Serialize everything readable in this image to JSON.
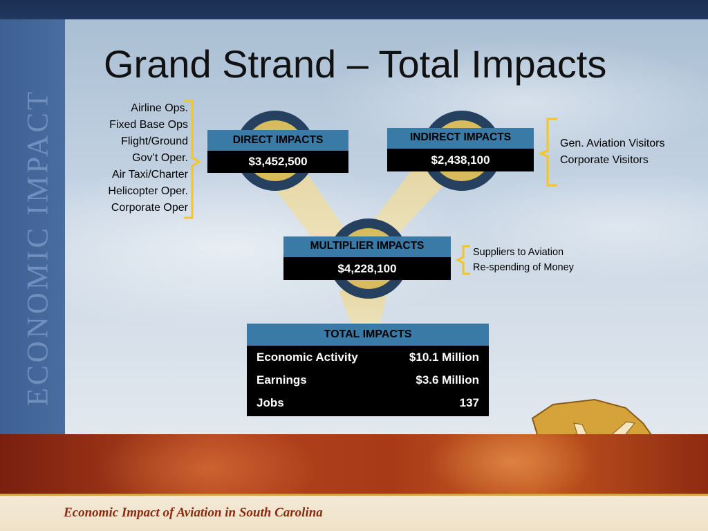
{
  "sidebar": {
    "text": "ECONOMIC IMPACT"
  },
  "title": "Grand Strand – Total Impacts",
  "left_list": [
    "Airline Ops.",
    "Fixed Base Ops",
    "Flight/Ground",
    "Gov’t Oper.",
    "Air Taxi/Charter",
    "Helicopter Oper.",
    "Corporate Oper"
  ],
  "right_list": [
    "Gen. Aviation Visitors",
    "Corporate Visitors"
  ],
  "multiplier_list": [
    "Suppliers to Aviation",
    "Re-spending of Money"
  ],
  "direct": {
    "label": "DIRECT IMPACTS",
    "value": "$3,452,500"
  },
  "indirect": {
    "label": "INDIRECT IMPACTS",
    "value": "$2,438,100"
  },
  "multiplier": {
    "label": "MULTIPLIER IMPACTS",
    "value": "$4,228,100"
  },
  "total": {
    "label": "TOTAL IMPACTS",
    "rows": [
      {
        "label": "Economic Activity",
        "value": "$10.1 Million"
      },
      {
        "label": "Earnings",
        "value": "$3.6 Million"
      },
      {
        "label": "Jobs",
        "value": "137"
      }
    ]
  },
  "footer": "Economic Impact of Aviation in South Carolina",
  "colors": {
    "header_blue": "#3a7aa7",
    "ring_navy": "#26405f",
    "gold": "#e3c86a",
    "bracket": "#f2c623"
  }
}
